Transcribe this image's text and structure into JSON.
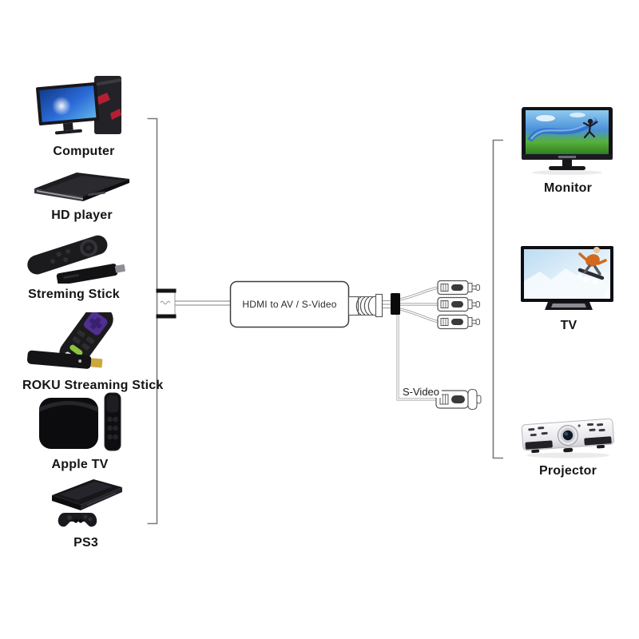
{
  "background_color": "#ffffff",
  "line_color": "#777777",
  "converter": {
    "label": "HDMI to AV / S-Video"
  },
  "svideo": {
    "label": "S-Video"
  },
  "connectors": {
    "hdmi_plug": "hdmi-plug-icon",
    "rca_plug_count": 3,
    "svideo_plug": "svideo-plug-icon",
    "cable_tie_color": "#0a0a0a"
  },
  "sources": [
    {
      "id": "computer",
      "label": "Computer",
      "icon": "computer-icon"
    },
    {
      "id": "hd-player",
      "label": "HD player",
      "icon": "hd-player-icon"
    },
    {
      "id": "streaming-stick",
      "label": "Streming Stick",
      "icon": "streaming-stick-icon"
    },
    {
      "id": "roku-streaming-stick",
      "label": "ROKU Streaming Stick",
      "icon": "roku-streaming-stick-icon"
    },
    {
      "id": "apple-tv",
      "label": "Apple TV",
      "icon": "apple-tv-icon"
    },
    {
      "id": "ps3",
      "label": "PS3",
      "icon": "ps3-icon"
    }
  ],
  "outputs": [
    {
      "id": "monitor",
      "label": "Monitor",
      "icon": "monitor-icon"
    },
    {
      "id": "tv",
      "label": "TV",
      "icon": "tv-icon"
    },
    {
      "id": "projector",
      "label": "Projector",
      "icon": "projector-icon"
    }
  ],
  "accent_colors": {
    "roku_purple": "#4f2f8f",
    "roku_green": "#8bc440",
    "tower_red": "#b51f33",
    "snowboarder_orange": "#d2691e",
    "hdmi_gold": "#caa83e"
  }
}
